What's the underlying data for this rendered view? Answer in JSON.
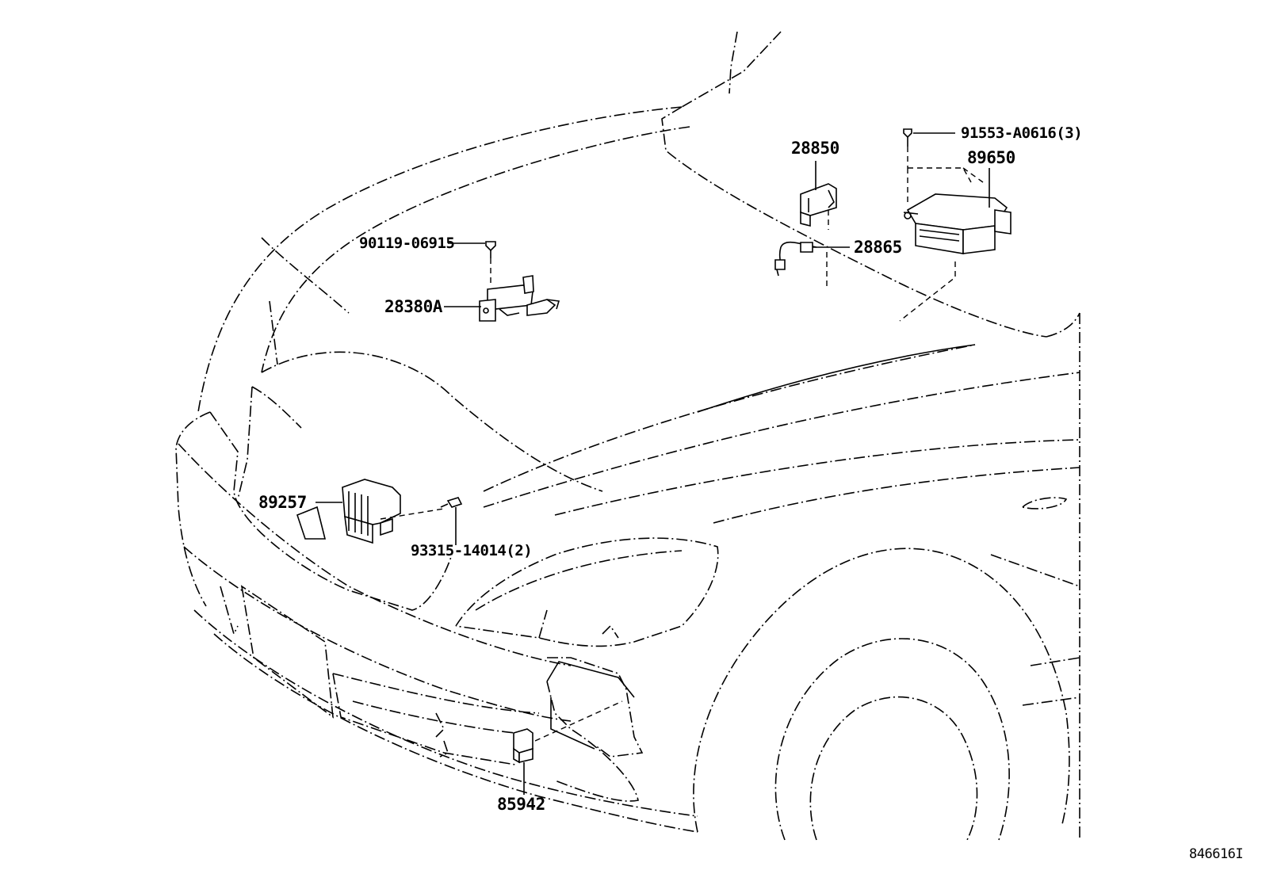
{
  "parts": [
    {
      "id": "90119-06915",
      "label": "90119-06915"
    },
    {
      "id": "28380A",
      "label": "28380A"
    },
    {
      "id": "28850",
      "label": "28850"
    },
    {
      "id": "28865",
      "label": "28865"
    },
    {
      "id": "91553-A0616",
      "label": "91553-A0616(3)"
    },
    {
      "id": "89650",
      "label": "89650"
    },
    {
      "id": "89257",
      "label": "89257"
    },
    {
      "id": "93315-14014",
      "label": "93315-14014(2)"
    },
    {
      "id": "85942",
      "label": "85942"
    }
  ],
  "diagram_code": "846616I"
}
